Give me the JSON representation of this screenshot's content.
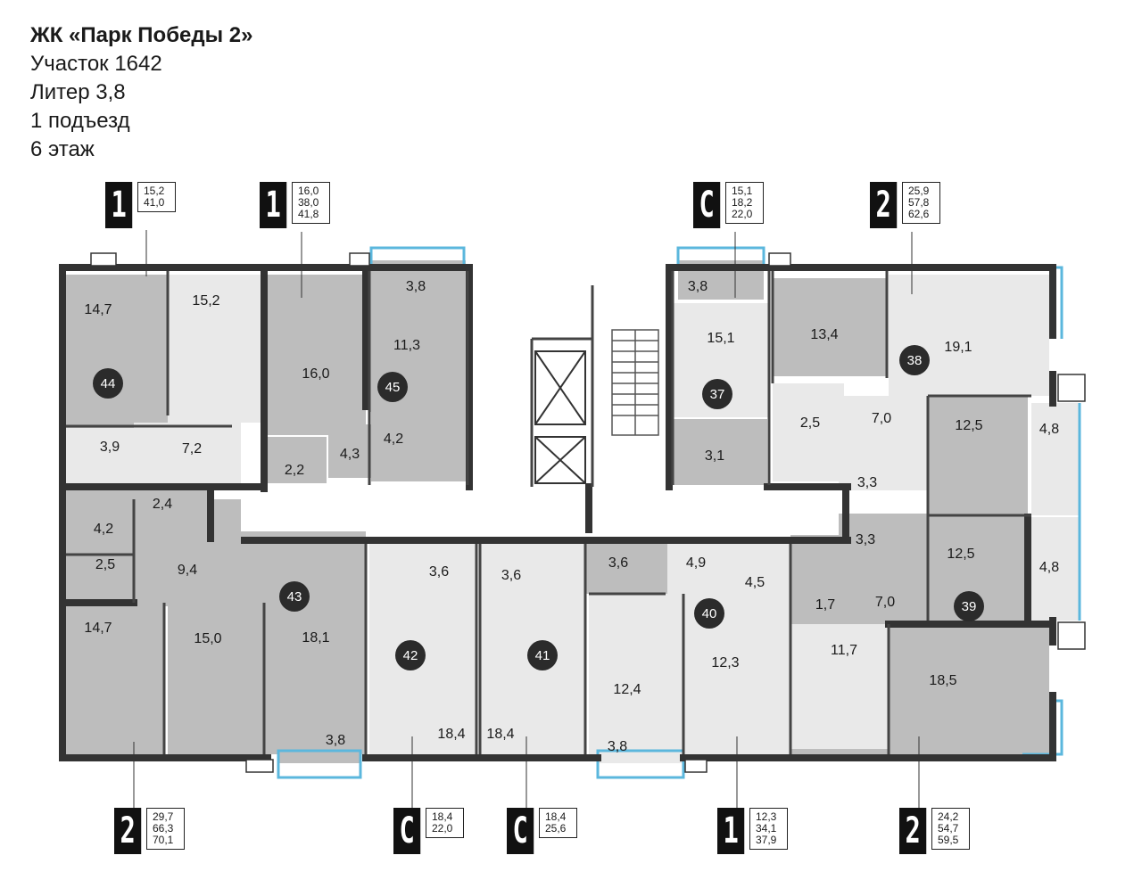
{
  "header": {
    "complex": "ЖК «Парк Победы 2»",
    "plot": "Участок 1642",
    "liter": "Литер 3,8",
    "entrance": "1 подъезд",
    "floor": "6 этаж"
  },
  "colors": {
    "wall": "#3a3a3a",
    "gray": "#bdbdbd",
    "light": "#e9e9e9",
    "glass": "#5bb7dd"
  },
  "tags": [
    {
      "type": "1",
      "areas": [
        "15,2",
        "41,0"
      ]
    },
    {
      "type": "1",
      "areas": [
        "16,0",
        "38,0",
        "41,8"
      ]
    },
    {
      "type": "С",
      "areas": [
        "15,1",
        "18,2",
        "22,0"
      ]
    },
    {
      "type": "2",
      "areas": [
        "25,9",
        "57,8",
        "62,6"
      ]
    },
    {
      "type": "2",
      "areas": [
        "29,7",
        "66,3",
        "70,1"
      ]
    },
    {
      "type": "С",
      "areas": [
        "18,4",
        "22,0"
      ]
    },
    {
      "type": "С",
      "areas": [
        "18,4",
        "25,6"
      ]
    },
    {
      "type": "1",
      "areas": [
        "12,3",
        "34,1",
        "37,9"
      ]
    },
    {
      "type": "2",
      "areas": [
        "24,2",
        "54,7",
        "59,5"
      ]
    }
  ],
  "apartments": [
    "44",
    "45",
    "37",
    "38",
    "43",
    "42",
    "41",
    "40",
    "39"
  ],
  "rooms": [
    "14,7",
    "15,2",
    "16,0",
    "3,8",
    "11,3",
    "3,8",
    "15,1",
    "13,4",
    "19,1",
    "3,9",
    "7,2",
    "2,2",
    "4,3",
    "4,2",
    "3,1",
    "2,5",
    "7,0",
    "12,5",
    "4,8",
    "3,3",
    "2,4",
    "4,2",
    "2,5",
    "9,4",
    "3,3",
    "12,5",
    "4,8",
    "3,6",
    "3,6",
    "3,6",
    "4,9",
    "4,5",
    "1,7",
    "7,0",
    "14,7",
    "15,0",
    "18,1",
    "12,4",
    "12,3",
    "11,7",
    "18,5",
    "18,4",
    "18,4",
    "3,8",
    "3,8"
  ]
}
